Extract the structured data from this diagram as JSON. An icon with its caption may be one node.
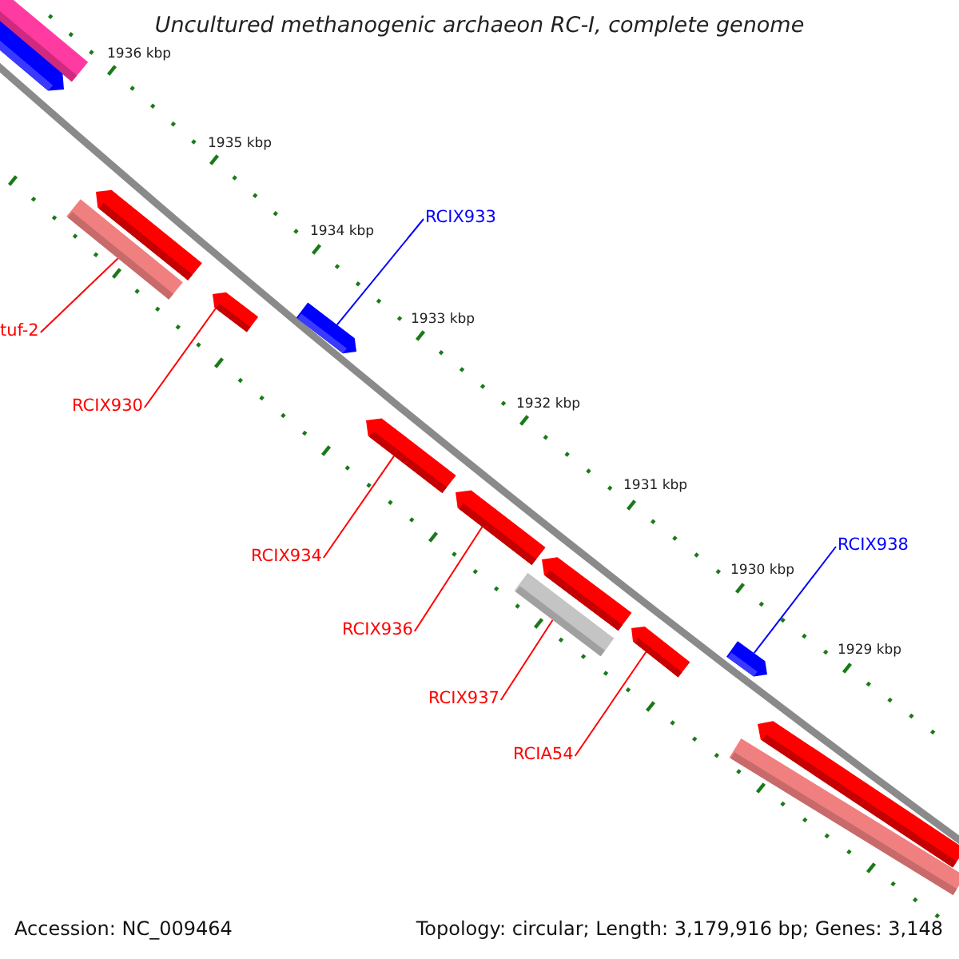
{
  "diagram": {
    "title": "Uncultured methanogenic archaeon RC-I, complete genome",
    "nodes": [
      {
        "text": [],
        "shape": "bar"
      },
      {
        "text": [],
        "shape": "bar"
      },
      {
        "text": [],
        "shape": "bar"
      },
      {
        "text": [],
        "shape": "bar"
      },
      {
        "text": [],
        "shape": "bar"
      },
      {
        "text": [],
        "shape": "bar"
      },
      {
        "text": [],
        "shape": "bar"
      },
      {
        "text": [],
        "shape": "bar"
      },
      {
        "text": [],
        "shape": "bar"
      },
      {
        "text": [],
        "shape": "bar"
      },
      {
        "text": [],
        "shape": "bar"
      },
      {
        "text": [],
        "shape": "bar"
      },
      {
        "text": [],
        "shape": "bar"
      },
      {
        "text": [],
        "shape": "bar"
      },
      {
        "text": [
          "RCIX933"
        ]
      },
      {
        "text": [
          "tuf-2"
        ]
      },
      {
        "text": [
          "RCIX930"
        ]
      },
      {
        "text": [
          "RCIX938"
        ]
      },
      {
        "text": [
          "RCIX934"
        ]
      },
      {
        "text": [
          "RCIX936"
        ]
      },
      {
        "text": [
          "RCIX937"
        ]
      },
      {
        "text": [
          "RCIA54"
        ]
      }
    ],
    "edges": [
      {
        "from": 14,
        "to": 5,
        "arrow": "none",
        "color": "#0000ff"
      },
      {
        "from": 15,
        "to": 3,
        "arrow": "none"
      },
      {
        "from": 16,
        "to": 4,
        "arrow": "none"
      },
      {
        "from": 17,
        "to": 11,
        "arrow": "none",
        "color": "#0000ff"
      },
      {
        "from": 18,
        "to": 6,
        "arrow": "none"
      },
      {
        "from": 19,
        "to": 7,
        "arrow": "none"
      },
      {
        "from": 20,
        "to": 8,
        "arrow": "none"
      },
      {
        "from": 21,
        "to": 10,
        "arrow": "none"
      }
    ],
    "labels": [
      "1936 kbp",
      "1935 kbp",
      "1934 kbp",
      "1933 kbp",
      "1932 kbp",
      "1931 kbp",
      "1930 kbp",
      "1929 kbp",
      "Accession: NC_009464",
      "Topology: circular; Length: 3,179,916 bp; Genes: 3,148"
    ]
  }
}
